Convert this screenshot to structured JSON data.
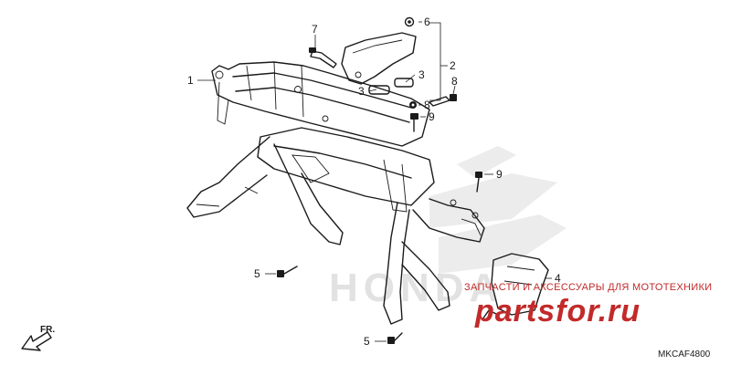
{
  "diagram": {
    "callouts": [
      "1",
      "2",
      "3",
      "3",
      "4",
      "5",
      "5",
      "6",
      "7",
      "8",
      "8",
      "9",
      "9"
    ],
    "direction_label": "FR.",
    "diagram_code": "MKCAF4800"
  },
  "watermark": {
    "tagline": "ЗАПЧАСТИ И АКСЕССУАРЫ ДЛЯ МОТОТЕХНИКИ",
    "logo_main": "partsfor",
    "logo_suffix": ".ru",
    "color": "#c22a2a"
  }
}
